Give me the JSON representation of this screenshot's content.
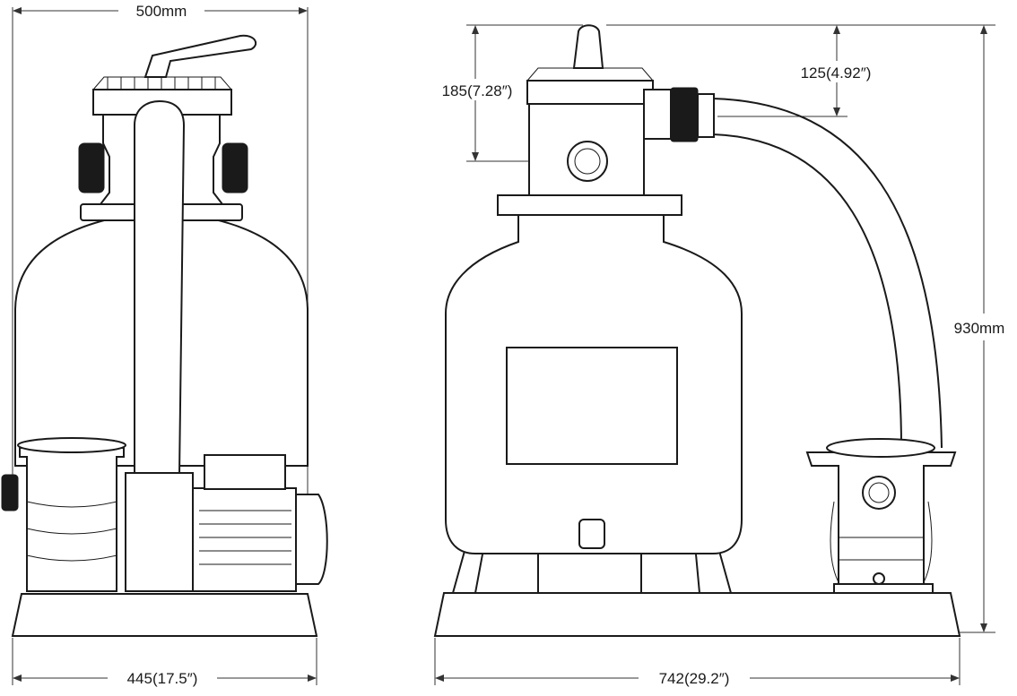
{
  "dimensions": {
    "front_width": "500mm",
    "front_base_width": "445(17.5″)",
    "side_base_width": "742(29.2″)",
    "total_height": "930mm",
    "valve_height": "185(7.28″)",
    "outlet_height": "125(4.92″)"
  }
}
